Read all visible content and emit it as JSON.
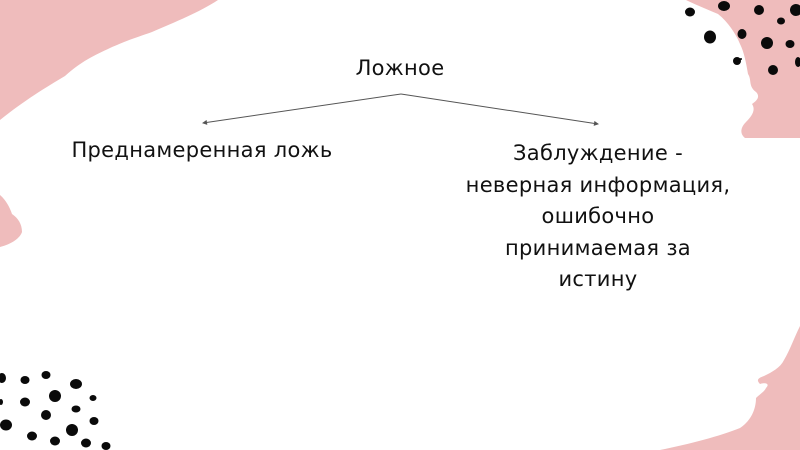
{
  "slide": {
    "root": {
      "label": "Ложное"
    },
    "branches": [
      {
        "label": "Преднамеренная ложь"
      },
      {
        "label": "Заблуждение - неверная информация, ошибочно принимаемая за истину",
        "lines": [
          "Заблуждение -",
          "неверная информация,",
          "ошибочно",
          "принимаемая за",
          "истину"
        ]
      }
    ]
  },
  "colors": {
    "background": "#ffffff",
    "accent_pink": "#efbcbc",
    "dots": "#0a0a0a",
    "text": "#111111",
    "arrow": "#555555"
  }
}
